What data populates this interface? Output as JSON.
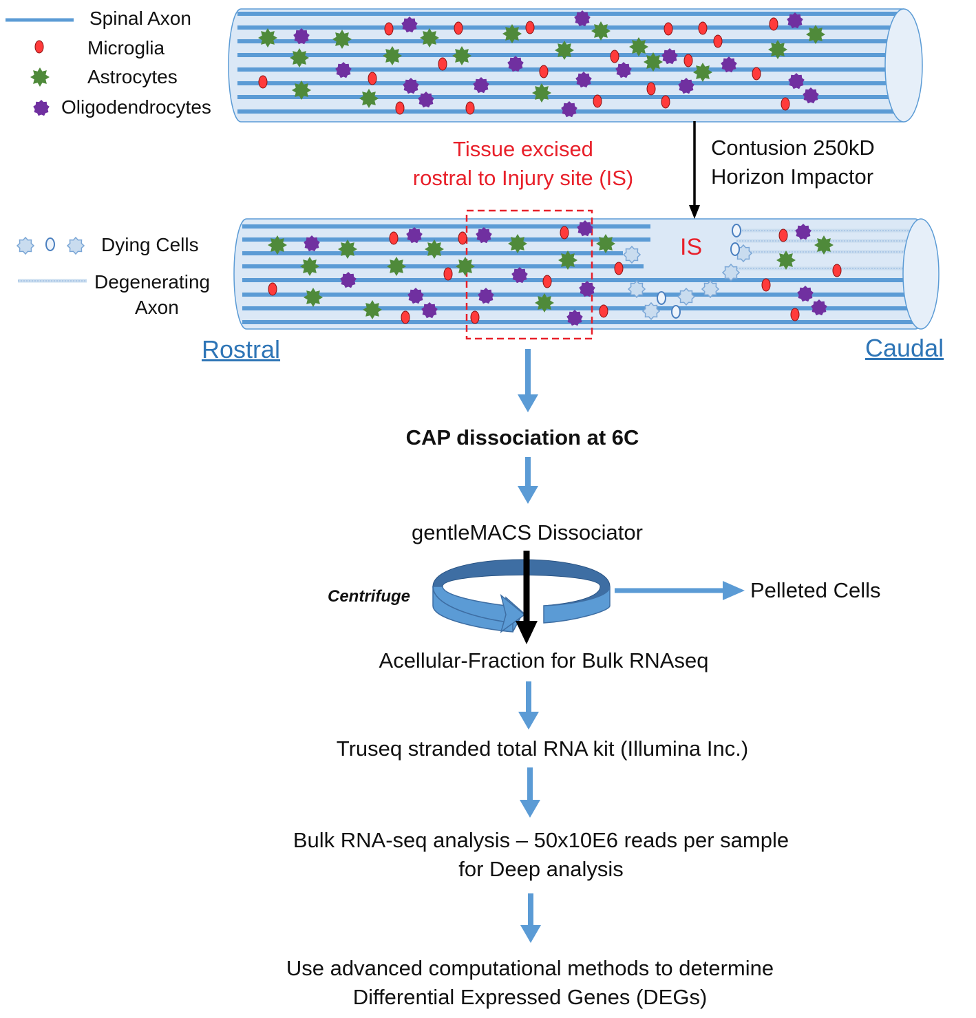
{
  "legend_top": {
    "spinal_axon": "Spinal Axon",
    "microglia": "Microglia",
    "astrocytes": "Astrocytes",
    "oligodendrocytes": "Oligodendrocytes"
  },
  "legend_injured": {
    "dying_cells": "Dying Cells",
    "degenerating_axon_line1": "Degenerating",
    "degenerating_axon_line2": "Axon"
  },
  "annotations": {
    "tissue_excised_line1": "Tissue excised",
    "tissue_excised_line2": "rostral to Injury site (IS)",
    "contusion_line1": "Contusion 250kD",
    "contusion_line2": "Horizon Impactor",
    "injury_site": "IS",
    "rostral": "Rostral",
    "caudal": "Caudal"
  },
  "workflow": {
    "step1": "CAP dissociation at 6C",
    "step2": "gentleMACS Dissociator",
    "centrifuge": "Centrifuge",
    "pelleted": "Pelleted Cells",
    "step3": "Acellular-Fraction for Bulk RNAseq",
    "step4": "Truseq stranded total RNA kit (Illumina Inc.)",
    "step5_line1": "Bulk RNA-seq analysis – 50x10E6 reads per sample",
    "step5_line2": "for Deep analysis",
    "step6_line1": "Use advanced computational methods to determine",
    "step6_line2": "Differential Expressed Genes (DEGs)"
  },
  "colors": {
    "axon": "#5b9bd5",
    "axon_edge": "#2e6da4",
    "cord_fill": "#dbe8f6",
    "microglia": "#ff3b3b",
    "astrocyte": "#4f8a3a",
    "oligodendrocyte": "#7030a0",
    "dying": "#c9dcef",
    "flow_arrow": "#5b9bd5",
    "excision_box": "#e8202a"
  }
}
